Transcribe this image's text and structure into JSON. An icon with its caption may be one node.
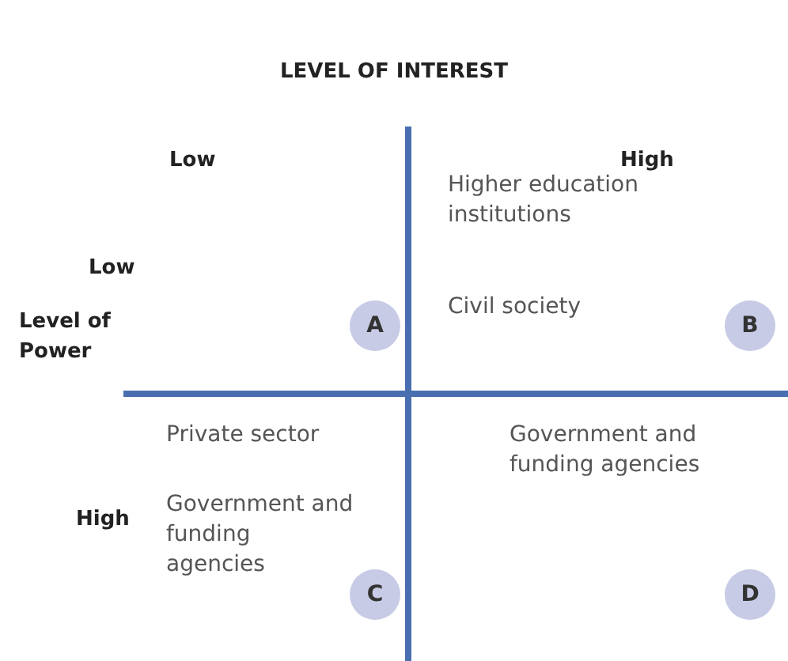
{
  "diagram": {
    "title": "LEVEL OF INTEREST",
    "nodes": [
      {
        "text": [
          "A"
        ]
      },
      {
        "text": [
          "B"
        ]
      },
      {
        "text": [
          "C"
        ]
      },
      {
        "text": [
          "D"
        ]
      }
    ],
    "labels": [
      "Low",
      "High",
      "Higher education institutions",
      "Low",
      "Civil society",
      "Level of Power",
      "Private sector",
      "Government and funding agencies",
      "High",
      "Government and funding agencies"
    ]
  }
}
